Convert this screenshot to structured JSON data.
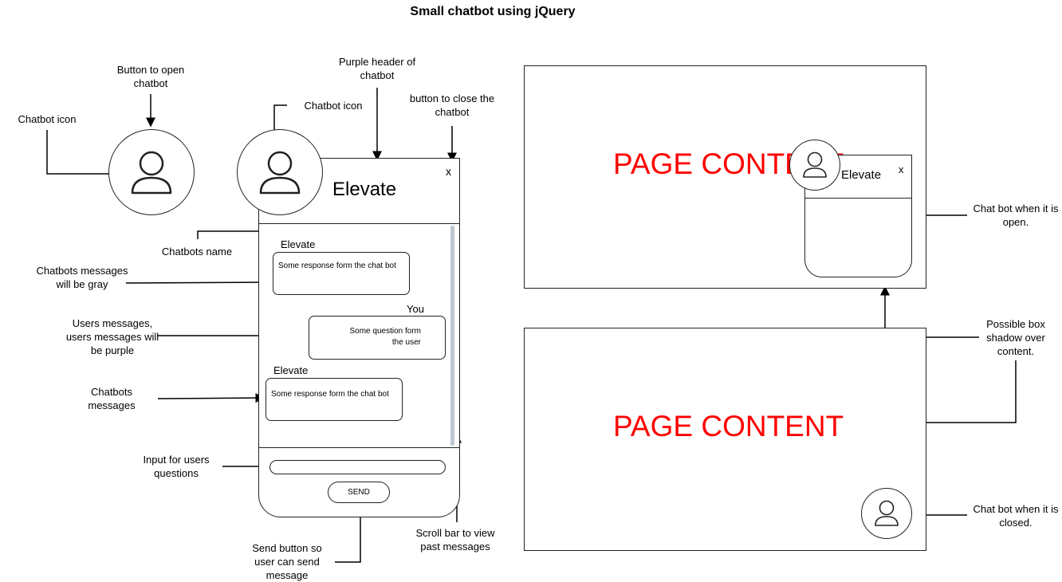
{
  "diagram_title": "Small chatbot using jQuery",
  "annotations": {
    "chatbot_icon": "Chatbot icon",
    "button_open": "Button to open chatbot",
    "chatbot_icon_2": "Chatbot icon",
    "purple_header": "Purple header of chatbot",
    "close_button": "button to close the chatbot",
    "chatbots_name": "Chatbots name",
    "bot_gray": "Chatbots messages will be gray",
    "user_purple": "Users messages, users messages will be purple",
    "bot_messages": "Chatbots messages",
    "input_questions": "Input for users questions",
    "send_button": "Send button so user can send message",
    "scroll_bar": "Scroll bar to view past messages",
    "open_state": "Chat bot when it is open.",
    "box_shadow": "Possible box shadow over content.",
    "closed_state": "Chat bot when it is closed."
  },
  "chat": {
    "name": "Elevate",
    "close": "x",
    "messages": [
      {
        "sender": "Elevate",
        "text": "Some response form the chat bot"
      },
      {
        "sender": "You",
        "text": "Some question form the user"
      },
      {
        "sender": "Elevate",
        "text": "Some response form the chat bot"
      }
    ],
    "send_label": "SEND",
    "input_value": ""
  },
  "page_content": "PAGE CONTENT",
  "colors": {
    "page_content_text": "#ff0000",
    "scrollbar": "#bfc8d2",
    "stroke": "#222222"
  }
}
